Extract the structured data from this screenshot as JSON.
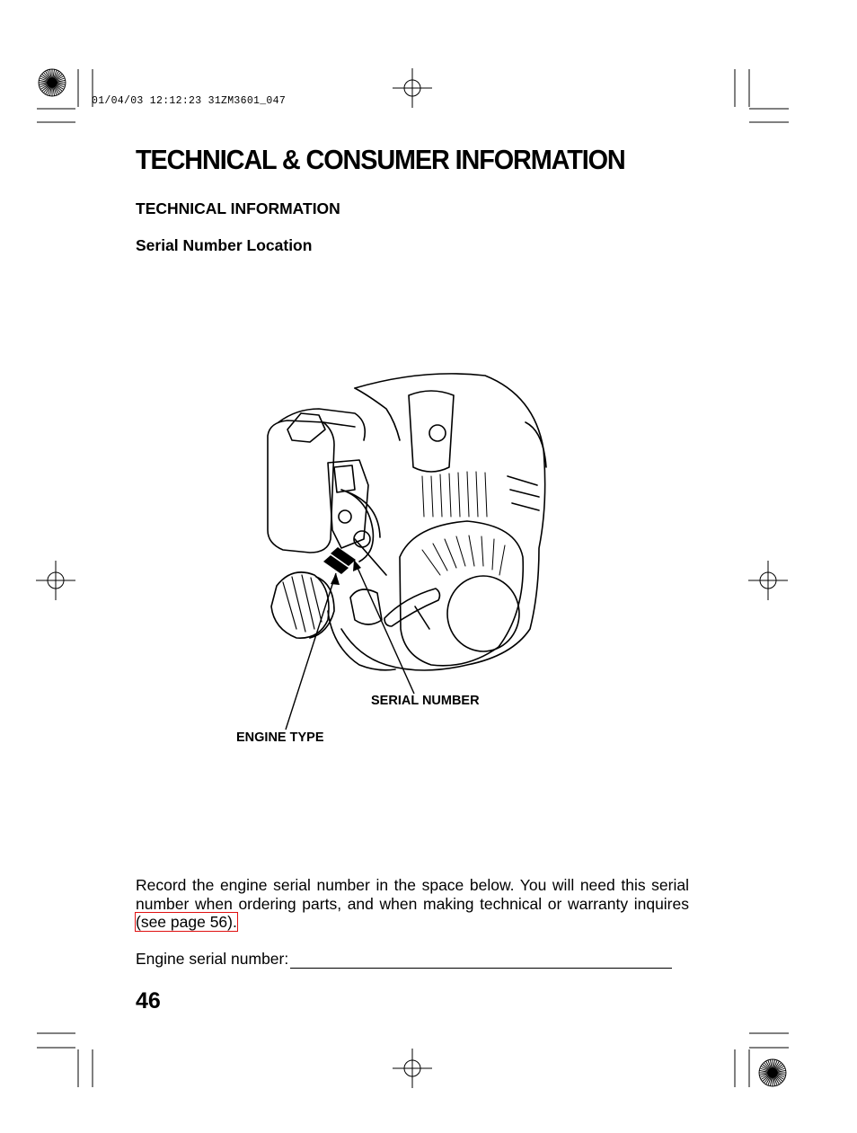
{
  "header": {
    "print_stamp": "01/04/03 12:12:23 31ZM3601_047"
  },
  "page": {
    "title": "TECHNICAL & CONSUMER INFORMATION",
    "section_title": "TECHNICAL INFORMATION",
    "subsection_title": "Serial Number Location",
    "page_number": "46"
  },
  "illustration": {
    "callouts": {
      "serial_number": "SERIAL NUMBER",
      "engine_type": "ENGINE TYPE"
    }
  },
  "body": {
    "paragraph": "Record the engine serial number in the space below. You will need this serial number when ordering parts, and when making technical or warranty inquires",
    "link_text": "(see page  56).",
    "serial_label": "Engine serial number:"
  }
}
